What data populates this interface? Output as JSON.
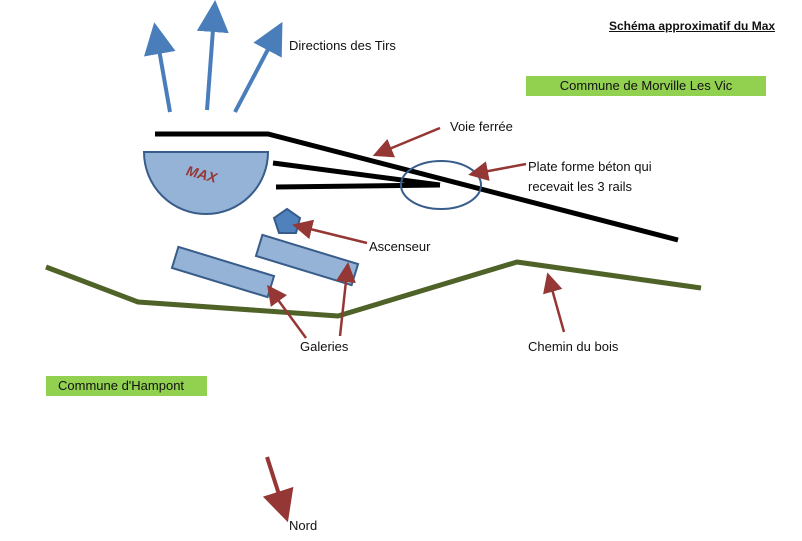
{
  "title": "Schéma approximatif du Max",
  "communes": {
    "morville": "Commune de Morville Les Vic",
    "hampont": "Commune d'Hampont"
  },
  "labels": {
    "directions": "Directions des Tirs",
    "voie": "Voie ferrée",
    "plate_line1": "Plate forme béton qui",
    "plate_line2": "recevait les 3 rails",
    "ascenseur": "Ascenseur",
    "galeries": "Galeries",
    "chemin": "Chemin du bois",
    "nord": "Nord",
    "max": "MAX"
  },
  "colors": {
    "fire_arrows": "#4a7ebb",
    "pointer_arrows": "#953735",
    "rails": "#000000",
    "road": "#4f6228",
    "shape_fill": "#95b3d7",
    "shape_stroke": "#385d8a",
    "elevator_fill": "#4f81bd",
    "commune_bg": "#92d050",
    "max_text": "#953735"
  }
}
